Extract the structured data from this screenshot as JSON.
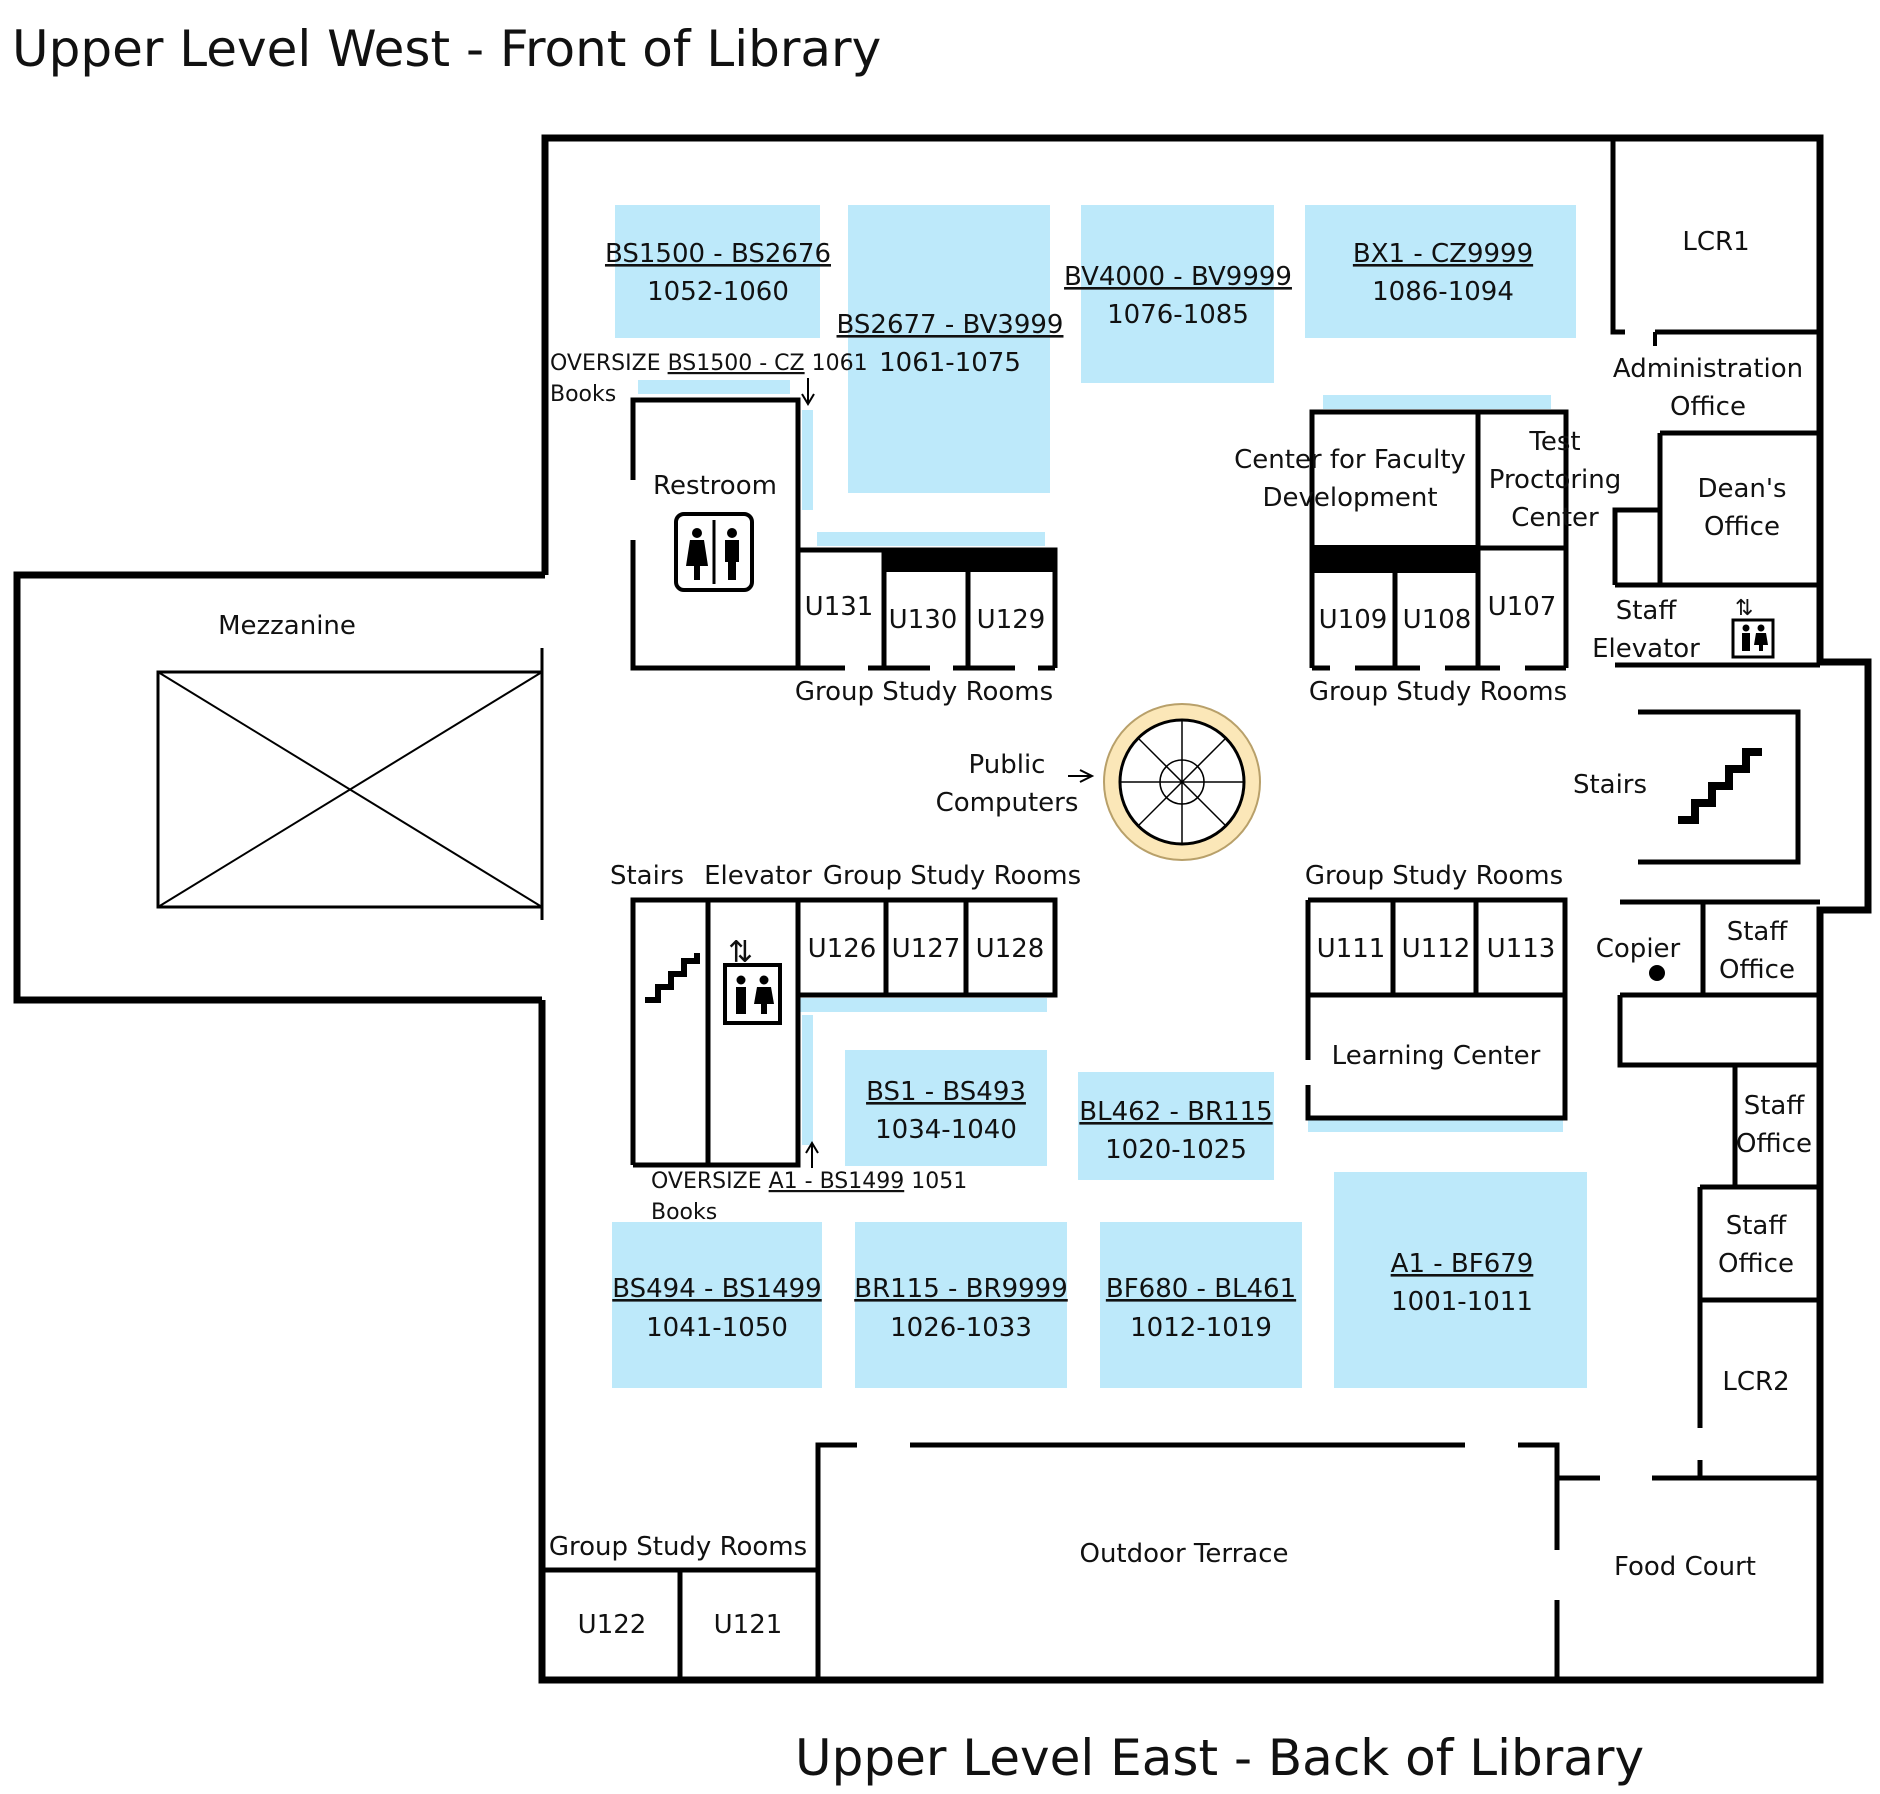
{
  "titles": {
    "top": "Upper Level West - Front of Library",
    "bottom": "Upper Level East - Back of Library"
  },
  "colors": {
    "shelf": "#bde9fa",
    "wall": "#000000",
    "atrium_ring": "#fbe7b8"
  },
  "shelves": [
    {
      "range": "BS1500 - BS2676",
      "rows": "1052-1060"
    },
    {
      "range": "BS2677 - BV3999",
      "rows": "1061-1075"
    },
    {
      "range": "BV4000 - BV9999",
      "rows": "1076-1085"
    },
    {
      "range": "BX1 - CZ9999",
      "rows": "1086-1094"
    },
    {
      "range": "BS1 - BS493",
      "rows": "1034-1040"
    },
    {
      "range": "BL462 - BR115",
      "rows": "1020-1025"
    },
    {
      "range": "BS494 - BS1499",
      "rows": "1041-1050"
    },
    {
      "range": "BR115 - BR9999",
      "rows": "1026-1033"
    },
    {
      "range": "BF680 - BL461",
      "rows": "1012-1019"
    },
    {
      "range": "A1 - BF679",
      "rows": "1001-1011"
    }
  ],
  "oversize": [
    {
      "prefix": "OVERSIZE",
      "range": "BS1500 - CZ",
      "row": "1061",
      "books": "Books"
    },
    {
      "prefix": "OVERSIZE",
      "range": "A1 - BS1499",
      "row": "1051",
      "books": "Books"
    }
  ],
  "rooms": {
    "mezzanine": "Mezzanine",
    "restroom": "Restroom",
    "lcr1": "LCR1",
    "admin_1": "Administration",
    "admin_2": "Office",
    "dean_1": "Dean's",
    "dean_2": "Office",
    "cfd_1": "Center for Faculty",
    "cfd_2": "Development",
    "test_1": "Test",
    "test_2": "Proctoring",
    "test_3": "Center",
    "staff_elev_1": "Staff",
    "staff_elev_2": "Elevator",
    "stairs_east": "Stairs",
    "stairs_west": "Stairs",
    "elevator": "Elevator",
    "public_1": "Public",
    "public_2": "Computers",
    "copier": "Copier",
    "staff_office_1a": "Staff",
    "staff_office_1b": "Office",
    "staff_office_2a": "Staff",
    "staff_office_2b": "Office",
    "staff_office_3a": "Staff",
    "staff_office_3b": "Office",
    "learning_center": "Learning Center",
    "lcr2": "LCR2",
    "outdoor_terrace": "Outdoor Terrace",
    "food_court": "Food Court",
    "gsr_nw": "Group Study Rooms",
    "gsr_ne": "Group Study Rooms",
    "gsr_sw": "Group Study Rooms",
    "gsr_se": "Group Study Rooms",
    "gsr_bottom": "Group Study Rooms"
  },
  "study_rooms": [
    "U131",
    "U130",
    "U129",
    "U109",
    "U108",
    "U107",
    "U126",
    "U127",
    "U128",
    "U111",
    "U112",
    "U113",
    "U122",
    "U121"
  ]
}
